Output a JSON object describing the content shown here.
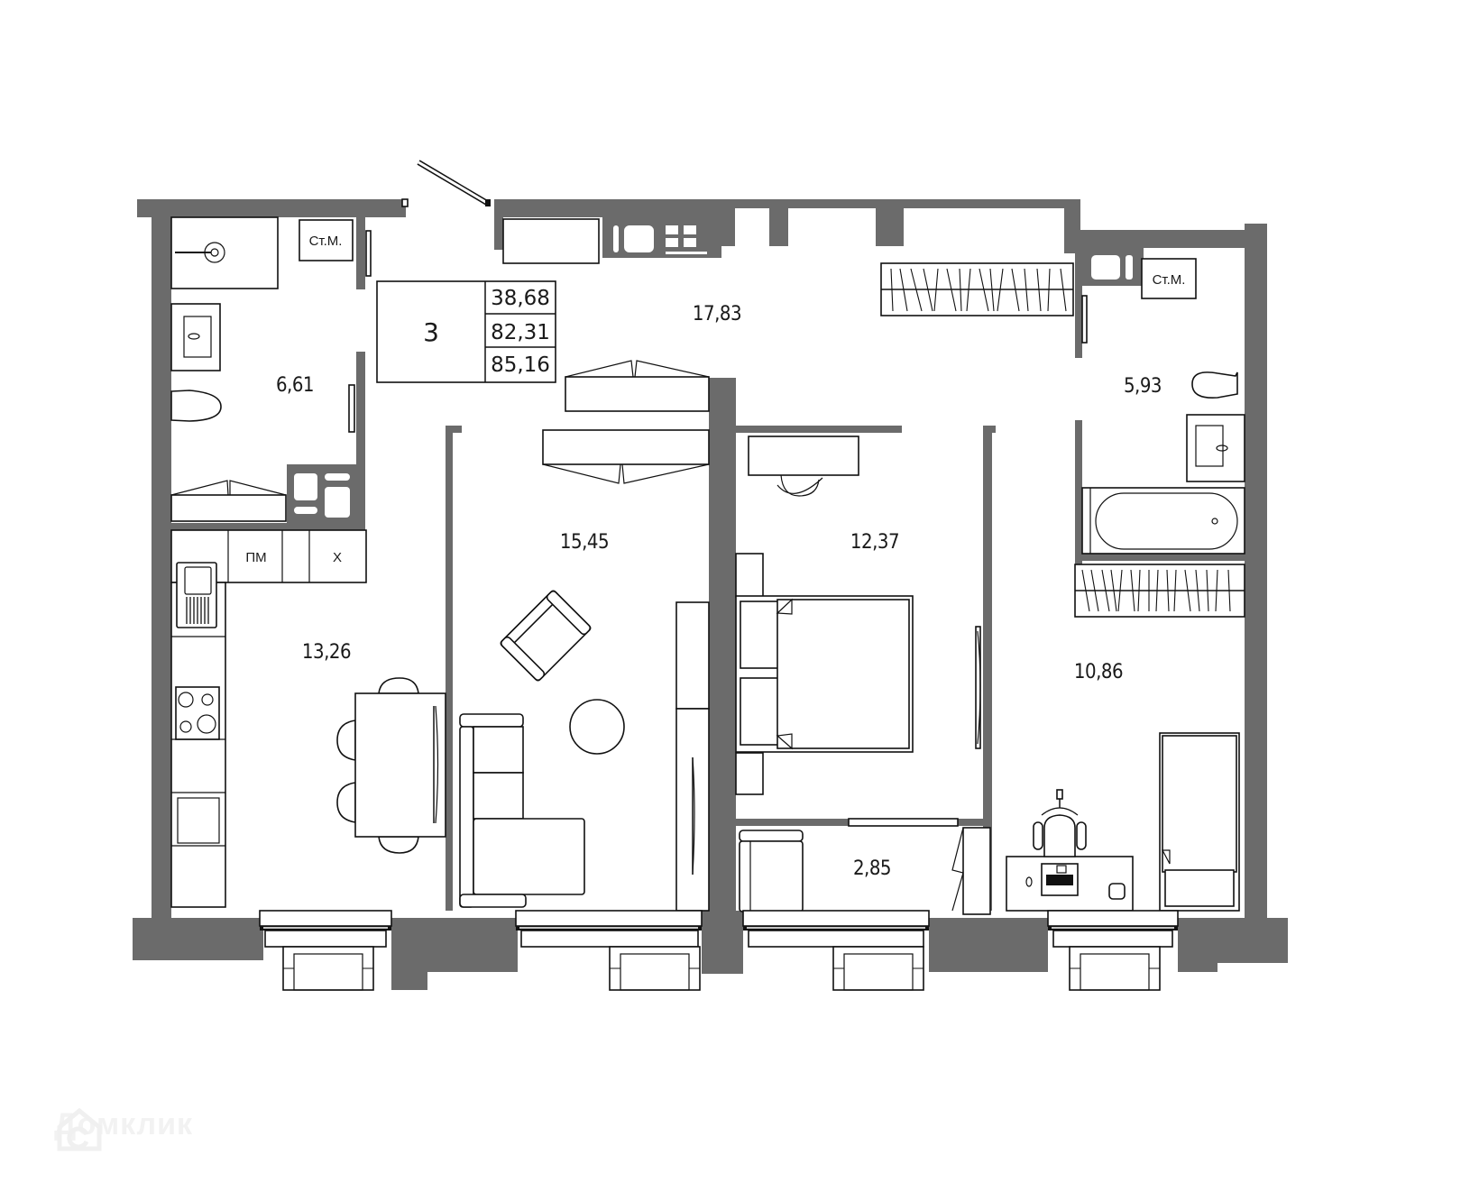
{
  "plan": {
    "type": "apartment floor plan",
    "rooms_count": "3",
    "areas": {
      "living": "38,68",
      "total": "82,31",
      "total_with_balcony": "85,16"
    },
    "rooms": [
      {
        "id": "bathroom-1",
        "area": "6,61"
      },
      {
        "id": "hallway",
        "area": "17,83"
      },
      {
        "id": "bathroom-2",
        "area": "5,93"
      },
      {
        "id": "kitchen",
        "area": "13,26"
      },
      {
        "id": "living-room",
        "area": "15,45"
      },
      {
        "id": "bedroom-1",
        "area": "12,37"
      },
      {
        "id": "wardrobe",
        "area": "2,85"
      },
      {
        "id": "bedroom-2",
        "area": "10,86"
      }
    ],
    "appliance_labels": {
      "washer_1": "Ст.М.",
      "washer_2": "Ст.М.",
      "dishwasher": "ПМ",
      "fridge": "Х"
    },
    "colors": {
      "wall": "#6b6b6b",
      "line": "#111111",
      "background": "#ffffff"
    }
  },
  "watermark": {
    "text": "Домклик"
  }
}
